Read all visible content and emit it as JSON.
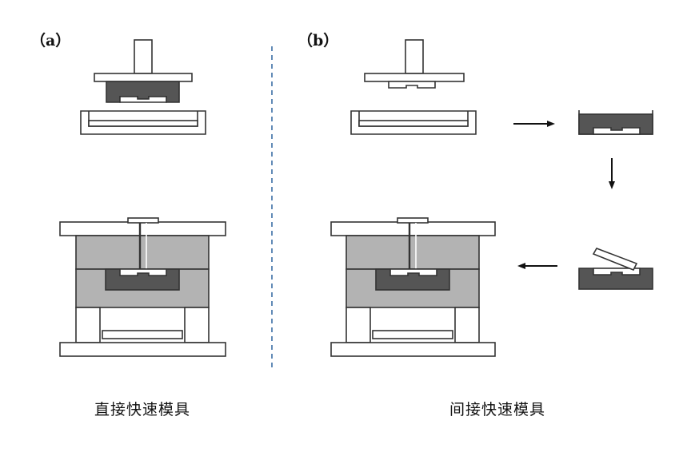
{
  "panels": [
    {
      "label": "（a）",
      "caption": "直接快速模具"
    },
    {
      "label": "（b）",
      "caption": "间接快速模具"
    }
  ],
  "colors": {
    "outline": "#333333",
    "light_fill": "#ffffff",
    "mold_gray": "#b3b3b3",
    "dark_fill": "#555555",
    "divider": "#3a6ea5",
    "arrow": "#111111"
  }
}
